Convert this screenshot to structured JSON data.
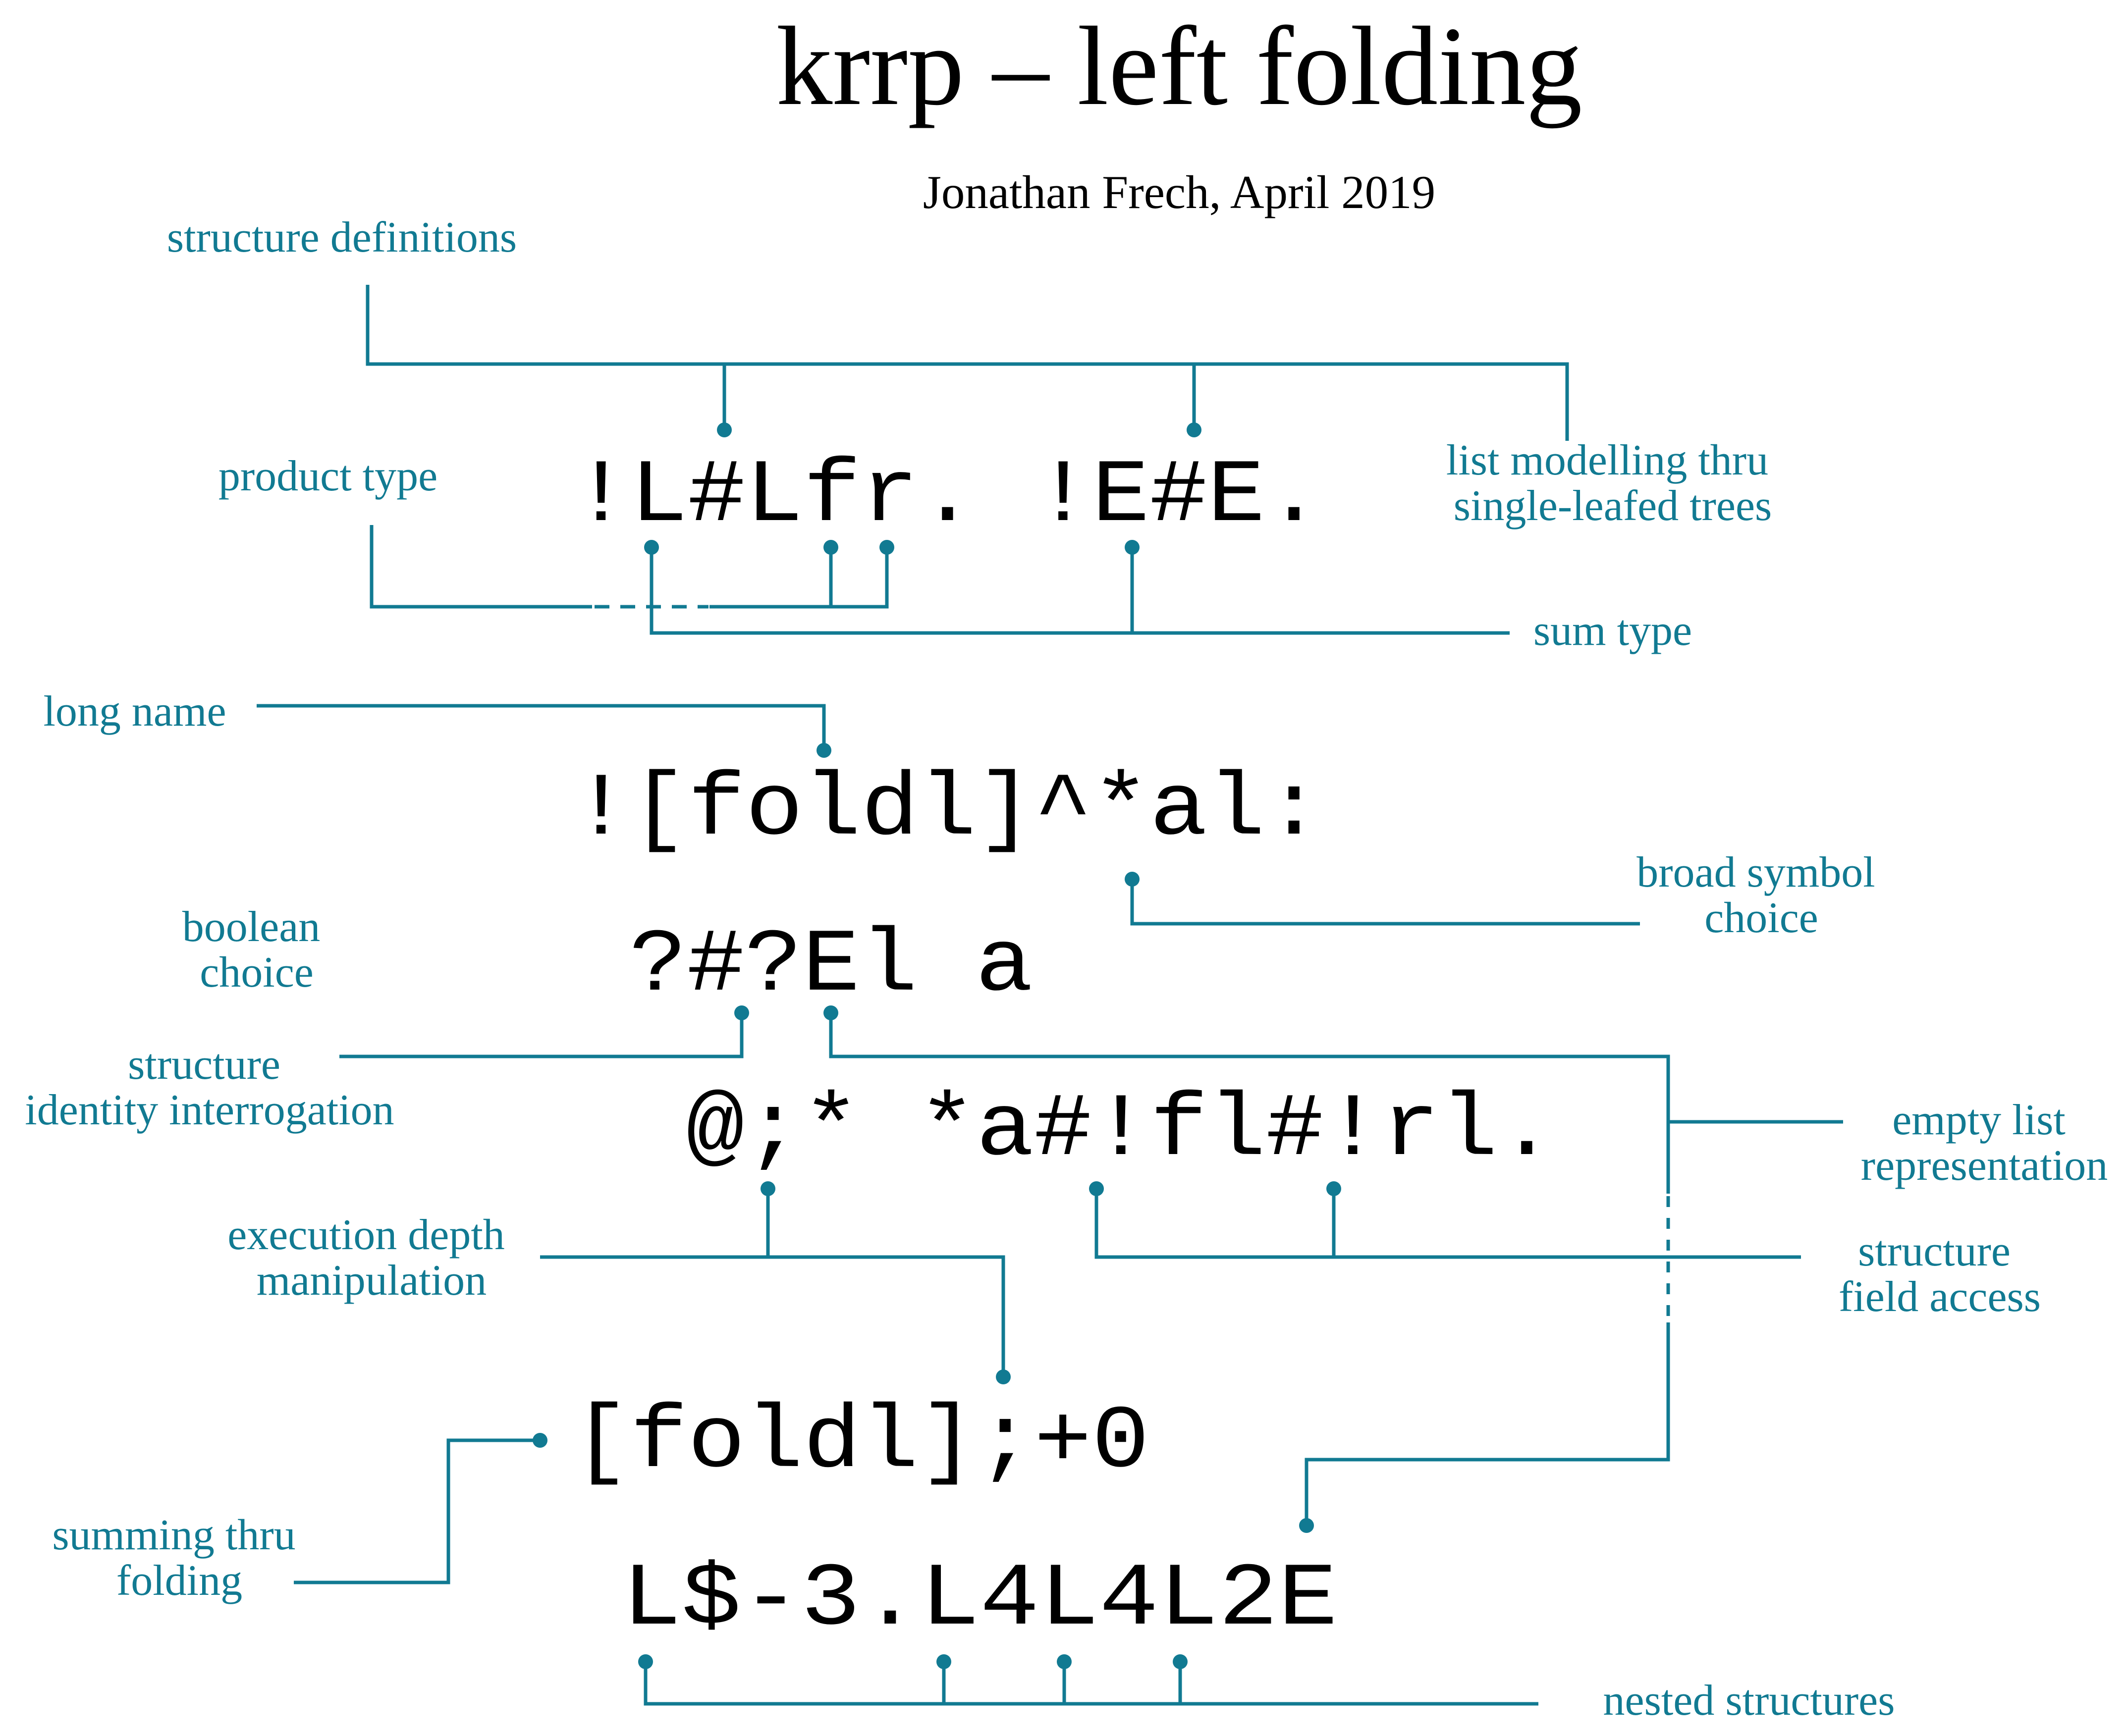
{
  "title": "krrp – left folding",
  "subtitle": "Jonathan Frech, April 2019",
  "colors": {
    "annotation": "#117a92",
    "code": "#000000",
    "background": "#ffffff"
  },
  "code_lines": [
    "!L#Lfr. !E#E.",
    "![foldl]^*al:",
    "?#?El a",
    "@;* *a#!fl#!rl.",
    "[foldl];+0",
    "L$-3.L4L4L2E"
  ],
  "annotations": {
    "structure_definitions": [
      "structure definitions"
    ],
    "product_type": [
      "product type"
    ],
    "list_modelling": [
      "list modelling thru",
      "single-leafed trees"
    ],
    "sum_type": [
      "sum type"
    ],
    "long_name": [
      "long name"
    ],
    "broad_symbol": [
      "broad symbol",
      "choice"
    ],
    "boolean_choice": [
      "boolean",
      "choice"
    ],
    "identity_interrogation": [
      "structure",
      "identity interrogation"
    ],
    "empty_list": [
      "empty list",
      "representation"
    ],
    "execution_depth": [
      "execution depth",
      "manipulation"
    ],
    "field_access": [
      "structure",
      "field access"
    ],
    "summing": [
      "summing thru",
      "folding"
    ],
    "nested": [
      "nested structures"
    ]
  }
}
